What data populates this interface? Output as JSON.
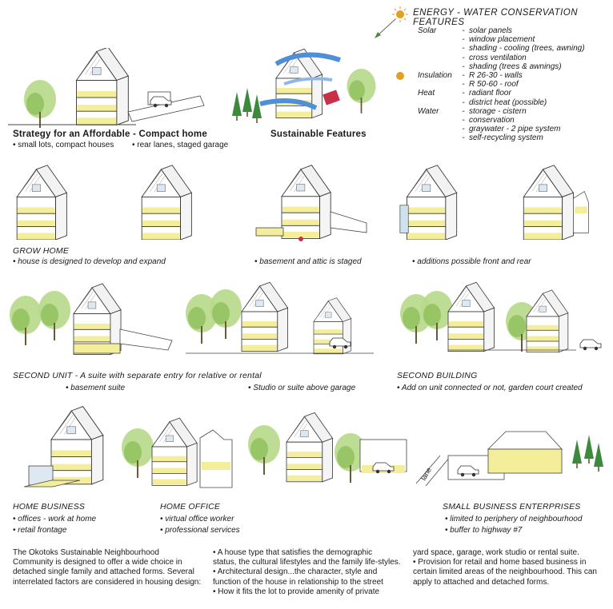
{
  "energy": {
    "title": "ENERGY - WATER CONSERVATION FEATURES",
    "rows": [
      {
        "category": "Solar",
        "dash": "-",
        "item": "solar panels"
      },
      {
        "category": "",
        "dash": "-",
        "item": "window placement"
      },
      {
        "category": "",
        "dash": "-",
        "item": "shading - cooling (trees, awning)"
      },
      {
        "category": "",
        "dash": "-",
        "item": "cross ventilation"
      },
      {
        "category": "",
        "dash": "-",
        "item": "shading (trees & awnings)"
      },
      {
        "category": "Insulation",
        "dash": "-",
        "item": "R 26-30 - walls"
      },
      {
        "category": "",
        "dash": "-",
        "item": "R 50-60 - roof"
      },
      {
        "category": "Heat",
        "dash": "-",
        "item": "radiant floor"
      },
      {
        "category": "",
        "dash": "-",
        "item": "district heat (possible)"
      },
      {
        "category": "Water",
        "dash": "-",
        "item": "storage - cistern"
      },
      {
        "category": "",
        "dash": "-",
        "item": "conservation"
      },
      {
        "category": "",
        "dash": "-",
        "item": "graywater - 2 pipe system"
      },
      {
        "category": "",
        "dash": "-",
        "item": "self-recycling system"
      }
    ]
  },
  "strategy": {
    "title": "Strategy for an Affordable - Compact home",
    "bullet1": "• small lots, compact houses",
    "bullet2": "• rear lanes, staged garage"
  },
  "sustainable": {
    "title": "Sustainable Features"
  },
  "grow_home": {
    "title": "GROW HOME",
    "bullet1": "• house is designed to develop and expand",
    "bullet2": "• basement and attic is staged",
    "bullet3": "• additions possible front and rear"
  },
  "second_unit": {
    "title": "SECOND UNIT - A suite with separate entry for relative or rental",
    "bullet1": "• basement suite",
    "bullet2": "• Studio or suite above garage"
  },
  "second_building": {
    "title": "SECOND BUILDING",
    "bullet1": "• Add on unit connected or not, garden court created"
  },
  "home_business": {
    "title": "HOME BUSINESS",
    "bullet1": "• offices - work at home",
    "bullet2": "• retail frontage"
  },
  "home_office": {
    "title": "HOME OFFICE",
    "bullet1": "• virtual office worker",
    "bullet2": "• professional services"
  },
  "small_business": {
    "title": "SMALL BUSINESS ENTERPRISES",
    "bullet1": "• limited to periphery of neighbourhood",
    "bullet2": "• buffer to highway #7",
    "lane_label": "lane"
  },
  "paragraphs": {
    "col1": [
      "The Okotoks Sustainable Neighbourhood",
      "Community is designed to offer a wide choice in",
      "detached single family and attached forms. Several",
      "interrelated factors are considered in housing design:"
    ],
    "col2": [
      "•  A house type that satisfies the demographic",
      "status, the cultural lifestyles and the family life-styles.",
      "•  Architectural design...the character, style and",
      "function of the house in relationship to the street",
      "•  How it fits the lot to provide amenity of private"
    ],
    "col3": [
      "yard space, garage, work studio or rental suite.",
      "•  Provision for retail and home based business in",
      "certain limited areas of the neighbourhood. This can",
      "apply to attached and detached forms."
    ]
  },
  "colors": {
    "floor_yellow": "#f4ee9a",
    "tree_green": "#8fbf5a",
    "arrow_blue": "#4f8fd8",
    "sun_orange": "#e0a020",
    "roof_red": "#c8304a"
  }
}
